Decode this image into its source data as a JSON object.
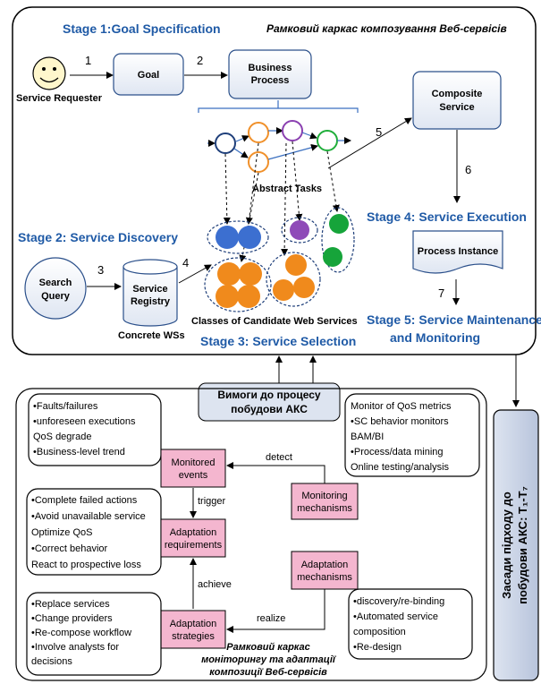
{
  "top_frame": {
    "title": "Рамковий каркас композування Веб-сервісів",
    "stage1": "Stage 1:Goal Specification",
    "stage2": "Stage 2: Service Discovery",
    "stage3": "Stage 3: Service Selection",
    "stage4": "Stage 4: Service Execution",
    "stage5_line1": "Stage 5: Service Maintenance",
    "stage5_line2": "and Monitoring",
    "service_requester": "Service Requester",
    "goal": "Goal",
    "business_process_1": "Business",
    "business_process_2": "Process",
    "composite_service_1": "Composite",
    "composite_service_2": "Service",
    "abstract_tasks": "Abstract Tasks",
    "search_query_1": "Search",
    "search_query_2": "Query",
    "service_registry_1": "Service",
    "service_registry_2": "Registry",
    "concrete_wss": "Concrete WSs",
    "classes_candidates": "Classes of Candidate Web Services",
    "process_instance": "Process Instance",
    "step_numbers": [
      "1",
      "2",
      "3",
      "4",
      "5",
      "6",
      "7"
    ]
  },
  "requirements_label_1": "Вимоги до процесу",
  "requirements_label_2": "побудови АКС",
  "side_label_1": "Засади підходу до",
  "side_label_2": "побудови АКС: T₁-T₇",
  "bottom_frame": {
    "title_1": "Рамковий каркас",
    "title_2": "моніторингу та адаптації",
    "title_3": "композиції Веб-сервісів",
    "monitored_events_1": "Monitored",
    "monitored_events_2": "events",
    "monitoring_mechanisms_1": "Monitoring",
    "monitoring_mechanisms_2": "mechanisms",
    "adaptation_requirements_1": "Adaptation",
    "adaptation_requirements_2": "requirements",
    "adaptation_mechanisms_1": "Adaptation",
    "adaptation_mechanisms_2": "mechanisms",
    "adaptation_strategies_1": "Adaptation",
    "adaptation_strategies_2": "strategies",
    "detect": "detect",
    "trigger": "trigger",
    "achieve": "achieve",
    "realize": "realize",
    "events_list": [
      "•Faults/failures",
      "•unforeseen executions",
      "  QoS degrade",
      "•Business-level trend"
    ],
    "monitor_list": [
      "Monitor of QoS metrics",
      "•SC behavior monitors",
      "  BAM/BI",
      "•Process/data mining",
      "  Online testing/analysis"
    ],
    "requirements_list": [
      "•Complete failed actions",
      "•Avoid unavailable service",
      "  Optimize QoS",
      "•Correct behavior",
      " React to prospective loss"
    ],
    "mechanisms_list": [
      "•discovery/re-binding",
      "•Automated service",
      "  composition",
      "•Re-design"
    ],
    "strategies_list": [
      "•Replace services",
      "•Change providers",
      "•Re-compose workflow",
      "•Involve analysts for",
      "  decisions"
    ]
  }
}
